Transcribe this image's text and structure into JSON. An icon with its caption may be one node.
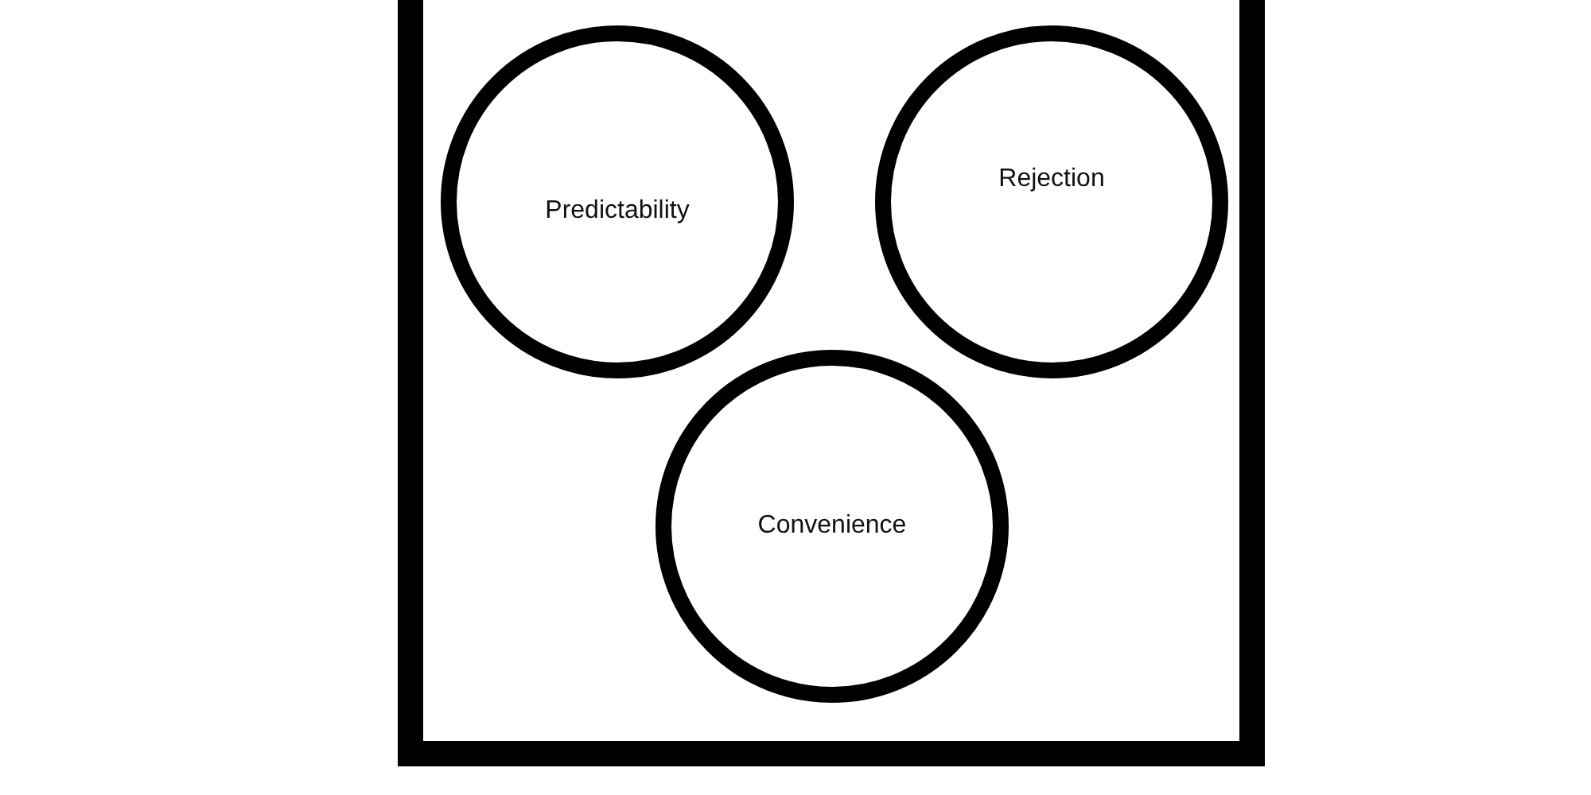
{
  "diagram": {
    "nodes": [
      {
        "text": [],
        "shape": "box"
      },
      {
        "text": [
          "Predictability"
        ],
        "in": 0
      },
      {
        "text": [
          "Rejection"
        ],
        "in": 0
      },
      {
        "text": [
          "Convenience"
        ],
        "in": 0
      }
    ]
  }
}
